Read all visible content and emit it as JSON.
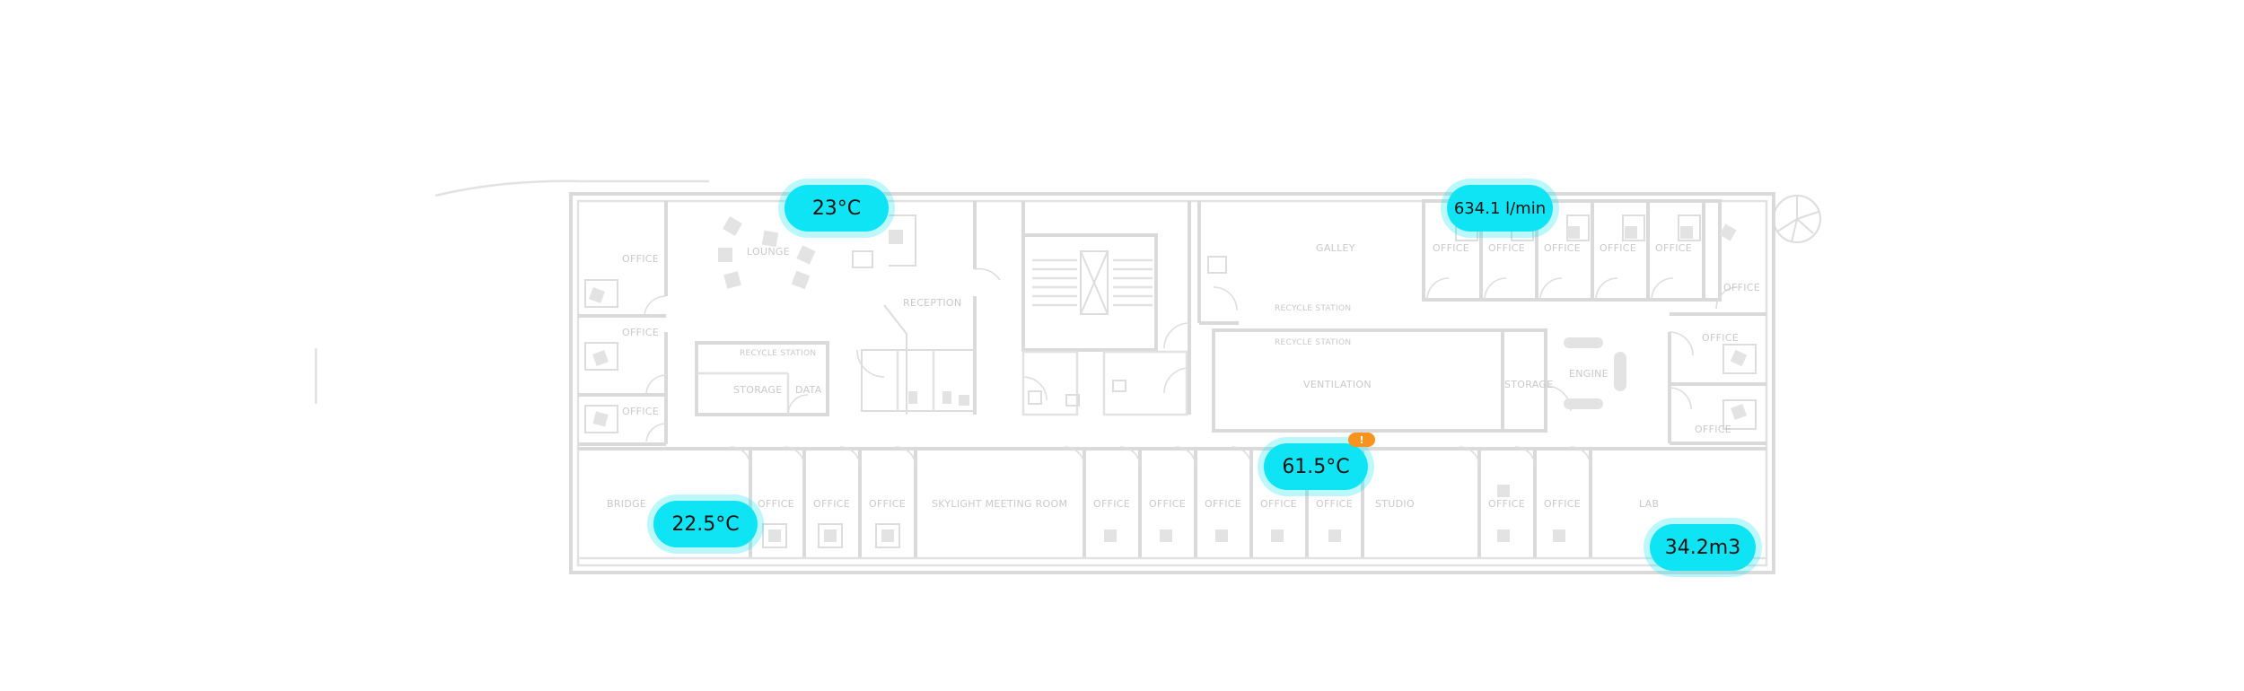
{
  "colors": {
    "sensor_bg": "#0fe4f4",
    "alert": "#f7931e",
    "walls": "#dadada"
  },
  "rooms": {
    "office": "OFFICE",
    "lounge": "LOUNGE",
    "reception": "RECEPTION",
    "recycle_station": "RECYCLE STATION",
    "storage": "STORAGE",
    "data": "DATA",
    "galley": "GALLEY",
    "ventilation": "VENTILATION",
    "engine": "ENGINE",
    "bridge": "BRIDGE",
    "skylight": "SKYLIGHT MEETING ROOM",
    "studio": "STUDIO",
    "lab": "LAB"
  },
  "sensors": [
    {
      "id": "lounge",
      "value": "23°C"
    },
    {
      "id": "galley-offices",
      "value": "634.1 l/min"
    },
    {
      "id": "ventilation",
      "value": "61.5°C",
      "alert": "!"
    },
    {
      "id": "bridge",
      "value": "22.5°C"
    },
    {
      "id": "lab",
      "value": "34.2m3"
    }
  ]
}
